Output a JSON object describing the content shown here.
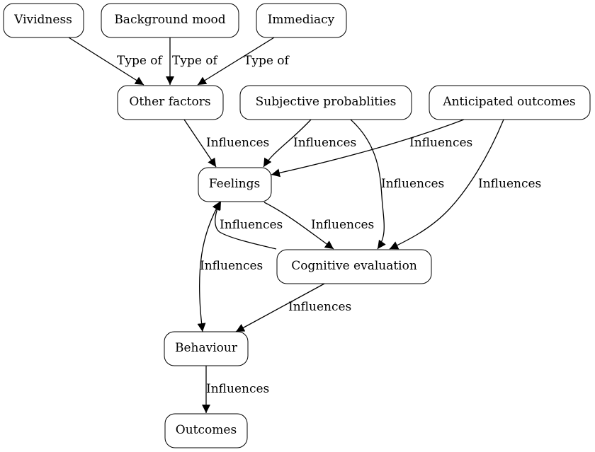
{
  "diagram": {
    "type": "directed-graph",
    "nodes": [
      {
        "id": "vividness",
        "label": "Vividness"
      },
      {
        "id": "background_mood",
        "label": "Background mood"
      },
      {
        "id": "immediacy",
        "label": "Immediacy"
      },
      {
        "id": "other_factors",
        "label": "Other factors"
      },
      {
        "id": "subjective_probabilities",
        "label": "Subjective probablities"
      },
      {
        "id": "anticipated_outcomes",
        "label": "Anticipated outcomes"
      },
      {
        "id": "feelings",
        "label": "Feelings"
      },
      {
        "id": "cognitive_evaluation",
        "label": "Cognitive evaluation"
      },
      {
        "id": "behaviour",
        "label": "Behaviour"
      },
      {
        "id": "outcomes",
        "label": "Outcomes"
      }
    ],
    "edges": [
      {
        "from": "vividness",
        "to": "other_factors",
        "label": "Type of",
        "direction": "forward"
      },
      {
        "from": "background_mood",
        "to": "other_factors",
        "label": "Type of",
        "direction": "forward"
      },
      {
        "from": "immediacy",
        "to": "other_factors",
        "label": "Type of",
        "direction": "forward"
      },
      {
        "from": "other_factors",
        "to": "feelings",
        "label": "Influences",
        "direction": "forward"
      },
      {
        "from": "subjective_probabilities",
        "to": "feelings",
        "label": "Influences",
        "direction": "forward"
      },
      {
        "from": "anticipated_outcomes",
        "to": "feelings",
        "label": "Influences",
        "direction": "forward"
      },
      {
        "from": "subjective_probabilities",
        "to": "cognitive_evaluation",
        "label": "Influences",
        "direction": "forward"
      },
      {
        "from": "anticipated_outcomes",
        "to": "cognitive_evaluation",
        "label": "Influences",
        "direction": "forward"
      },
      {
        "from": "feelings",
        "to": "cognitive_evaluation",
        "label": "Influences",
        "direction": "forward"
      },
      {
        "from": "cognitive_evaluation",
        "to": "feelings",
        "label": "Influences",
        "direction": "forward"
      },
      {
        "from": "feelings",
        "to": "behaviour",
        "label": "Influences",
        "direction": "both"
      },
      {
        "from": "cognitive_evaluation",
        "to": "behaviour",
        "label": "Influences",
        "direction": "forward"
      },
      {
        "from": "behaviour",
        "to": "outcomes",
        "label": "Influences",
        "direction": "forward"
      }
    ]
  }
}
